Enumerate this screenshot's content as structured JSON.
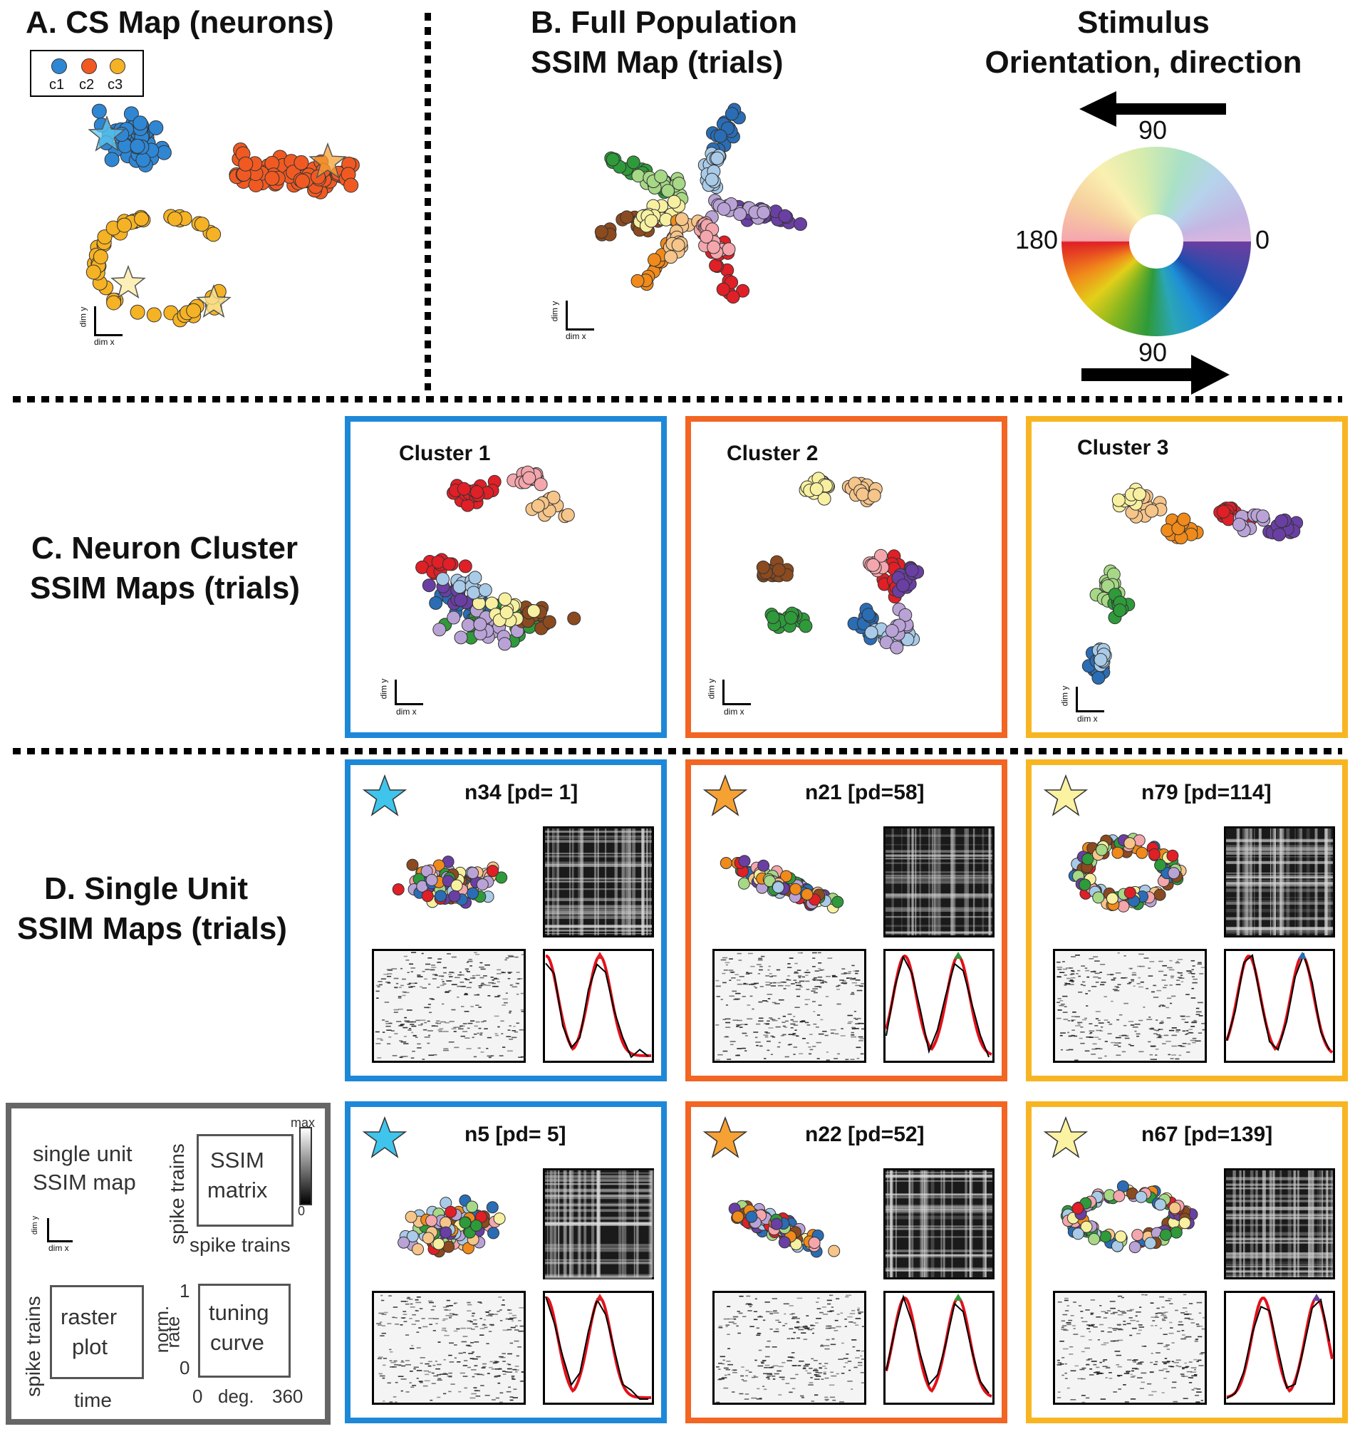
{
  "colors": {
    "c1": "#2f86d3",
    "c2": "#f05a22",
    "c3": "#f5b224",
    "panel_c1": "#1e88d8",
    "panel_c2": "#f26522",
    "panel_c3": "#f8b522",
    "key_border": "#666666"
  },
  "orientation_colors": [
    "#6a3fa3",
    "#b9a3d6",
    "#2a6db5",
    "#a9cbe8",
    "#2e9a3a",
    "#a6d886",
    "#8b4a1f",
    "#f7f0a0",
    "#f08a1a",
    "#f6c58a",
    "#e01f26",
    "#f4a6ad"
  ],
  "panel_a": {
    "title": "A.  CS Map (neurons)",
    "legend": [
      "c1",
      "c2",
      "c3"
    ],
    "axis_x": "dim x",
    "axis_y": "dim y"
  },
  "panel_b": {
    "title_line1": "B. Full Population",
    "title_line2": "SSIM Map (trials)",
    "axis_x": "dim x",
    "axis_y": "dim y"
  },
  "stimulus": {
    "title_line1": "Stimulus",
    "title_line2": "Orientation, direction",
    "label_top": "90",
    "label_bottom": "90",
    "label_left": "180",
    "label_right": "0"
  },
  "panel_c": {
    "title_line1": "C. Neuron Cluster",
    "title_line2": "SSIM Maps (trials)",
    "clusters": [
      {
        "label": "Cluster 1",
        "axis_x": "dim x",
        "axis_y": "dim y"
      },
      {
        "label": "Cluster 2",
        "axis_x": "dim x",
        "axis_y": "dim y"
      },
      {
        "label": "Cluster 3",
        "axis_x": "dim x",
        "axis_y": "dim y"
      }
    ]
  },
  "panel_d": {
    "title_line1": "D. Single Unit",
    "title_line2": "SSIM Maps (trials)",
    "units": [
      {
        "label": "n34 [pd= 1]",
        "star_color": "#3fc4ec"
      },
      {
        "label": "n21 [pd=58]",
        "star_color": "#f6a133"
      },
      {
        "label": "n79 [pd=114]",
        "star_color": "#fbf2a2"
      },
      {
        "label": "n5 [pd= 5]",
        "star_color": "#3fc4ec"
      },
      {
        "label": "n22 [pd=52]",
        "star_color": "#f6a133"
      },
      {
        "label": "n67 [pd=139]",
        "star_color": "#fbf2a2"
      }
    ]
  },
  "key": {
    "ssim_map_line1": "single unit",
    "ssim_map_line2": "SSIM map",
    "axis_x": "dim x",
    "axis_y": "dim y",
    "matrix_line1": "SSIM",
    "matrix_line2": "matrix",
    "matrix_xlabel": "spike trains",
    "matrix_ylabel": "spike trains",
    "colorbar_max": "max",
    "colorbar_min": "0",
    "raster_line1": "raster",
    "raster_line2": "plot",
    "raster_xlabel": "time",
    "raster_ylabel": "spike trains",
    "tuning_line1": "tuning",
    "tuning_line2": "curve",
    "tuning_ylabel_line1": "norm.",
    "tuning_ylabel_line2": "rate",
    "tuning_ymax": "1",
    "tuning_ymin": "0",
    "tuning_xmin": "0",
    "tuning_xunit": "deg.",
    "tuning_xmax": "360"
  }
}
